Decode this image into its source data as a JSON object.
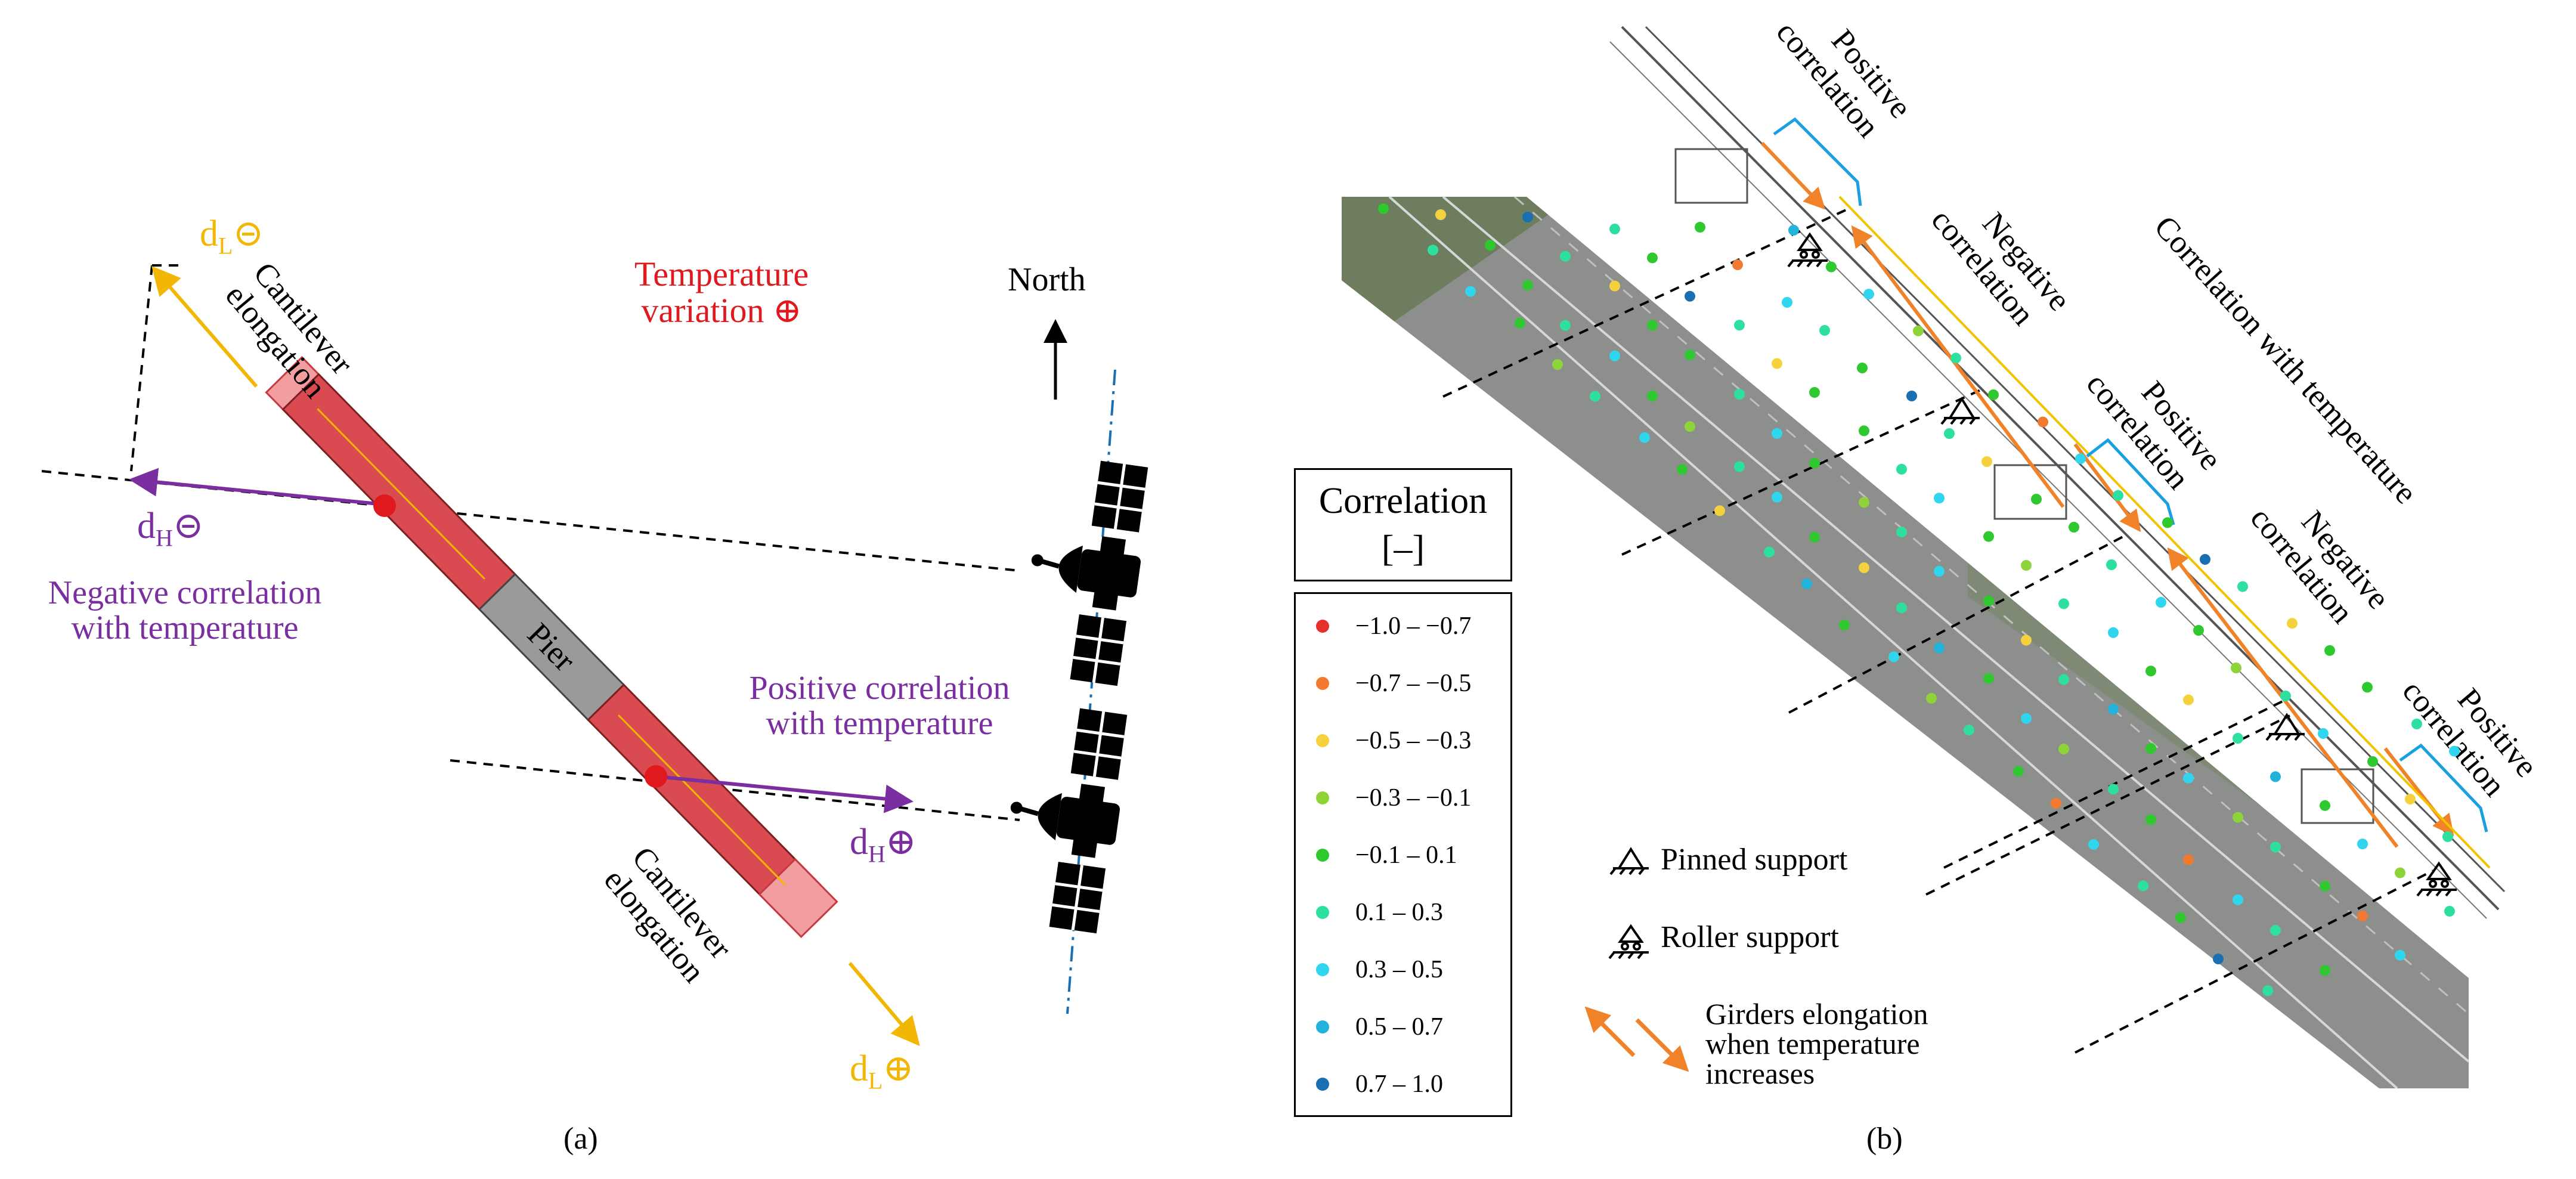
{
  "panel_a": {
    "caption": "(a)",
    "temperature_line1": "Temperature",
    "temperature_line2": "variation ⊕",
    "north": "North",
    "pier": "Pier",
    "cantilever_line1": "Cantilever",
    "cantilever_line2": "elongation",
    "dL_minus_main": "d",
    "dL_minus_sub": "L",
    "dL_minus_sign": "⊝",
    "dL_plus_main": "d",
    "dL_plus_sub": "L",
    "dL_plus_sign": "⊕",
    "dH_minus_main": "d",
    "dH_minus_sub": "H",
    "dH_minus_sign": "⊝",
    "dH_plus_main": "d",
    "dH_plus_sub": "H",
    "dH_plus_sign": "⊕",
    "negative_corr_line1": "Negative correlation",
    "negative_corr_line2": "with temperature",
    "positive_corr_line1": "Positive correlation",
    "positive_corr_line2": "with temperature"
  },
  "panel_b": {
    "caption": "(b)",
    "positive_line1": "Positive",
    "positive_line2": "correlation",
    "negative_line1": "Negative",
    "negative_line2": "correlation",
    "correlation_with_temperature": "Correlation with temperature",
    "pinned_support": "Pinned support",
    "roller_support": "Roller support",
    "girders_line1": "Girders elongation",
    "girders_line2": "when temperature",
    "girders_line3": "increases"
  },
  "legend": {
    "title_line1": "Correlation",
    "title_line2": "[–]",
    "items": [
      {
        "label": "−1.0 – −0.7",
        "color": "#e8302a"
      },
      {
        "label": "−0.7 – −0.5",
        "color": "#f27a30"
      },
      {
        "label": "−0.5 – −0.3",
        "color": "#f5d23c"
      },
      {
        "label": "−0.3 – −0.1",
        "color": "#8fd33a"
      },
      {
        "label": "−0.1 – 0.1",
        "color": "#2fc92f"
      },
      {
        "label": "0.1 – 0.3",
        "color": "#2ee0a0"
      },
      {
        "label": "0.3 – 0.5",
        "color": "#2fd6ee"
      },
      {
        "label": "0.5 – 0.7",
        "color": "#21b3dc"
      },
      {
        "label": "0.7 – 1.0",
        "color": "#1a6fb3"
      }
    ]
  },
  "colors": {
    "cantilever": "#d94b50",
    "pier": "#9a9a9a",
    "orange_arrow": "#f0832a",
    "yellow_arrow": "#f2b705",
    "purple": "#7a2ea0",
    "red_text": "#e0191e",
    "blue_bracket": "#1aa0e0",
    "yellow_line": "#f2c300"
  }
}
